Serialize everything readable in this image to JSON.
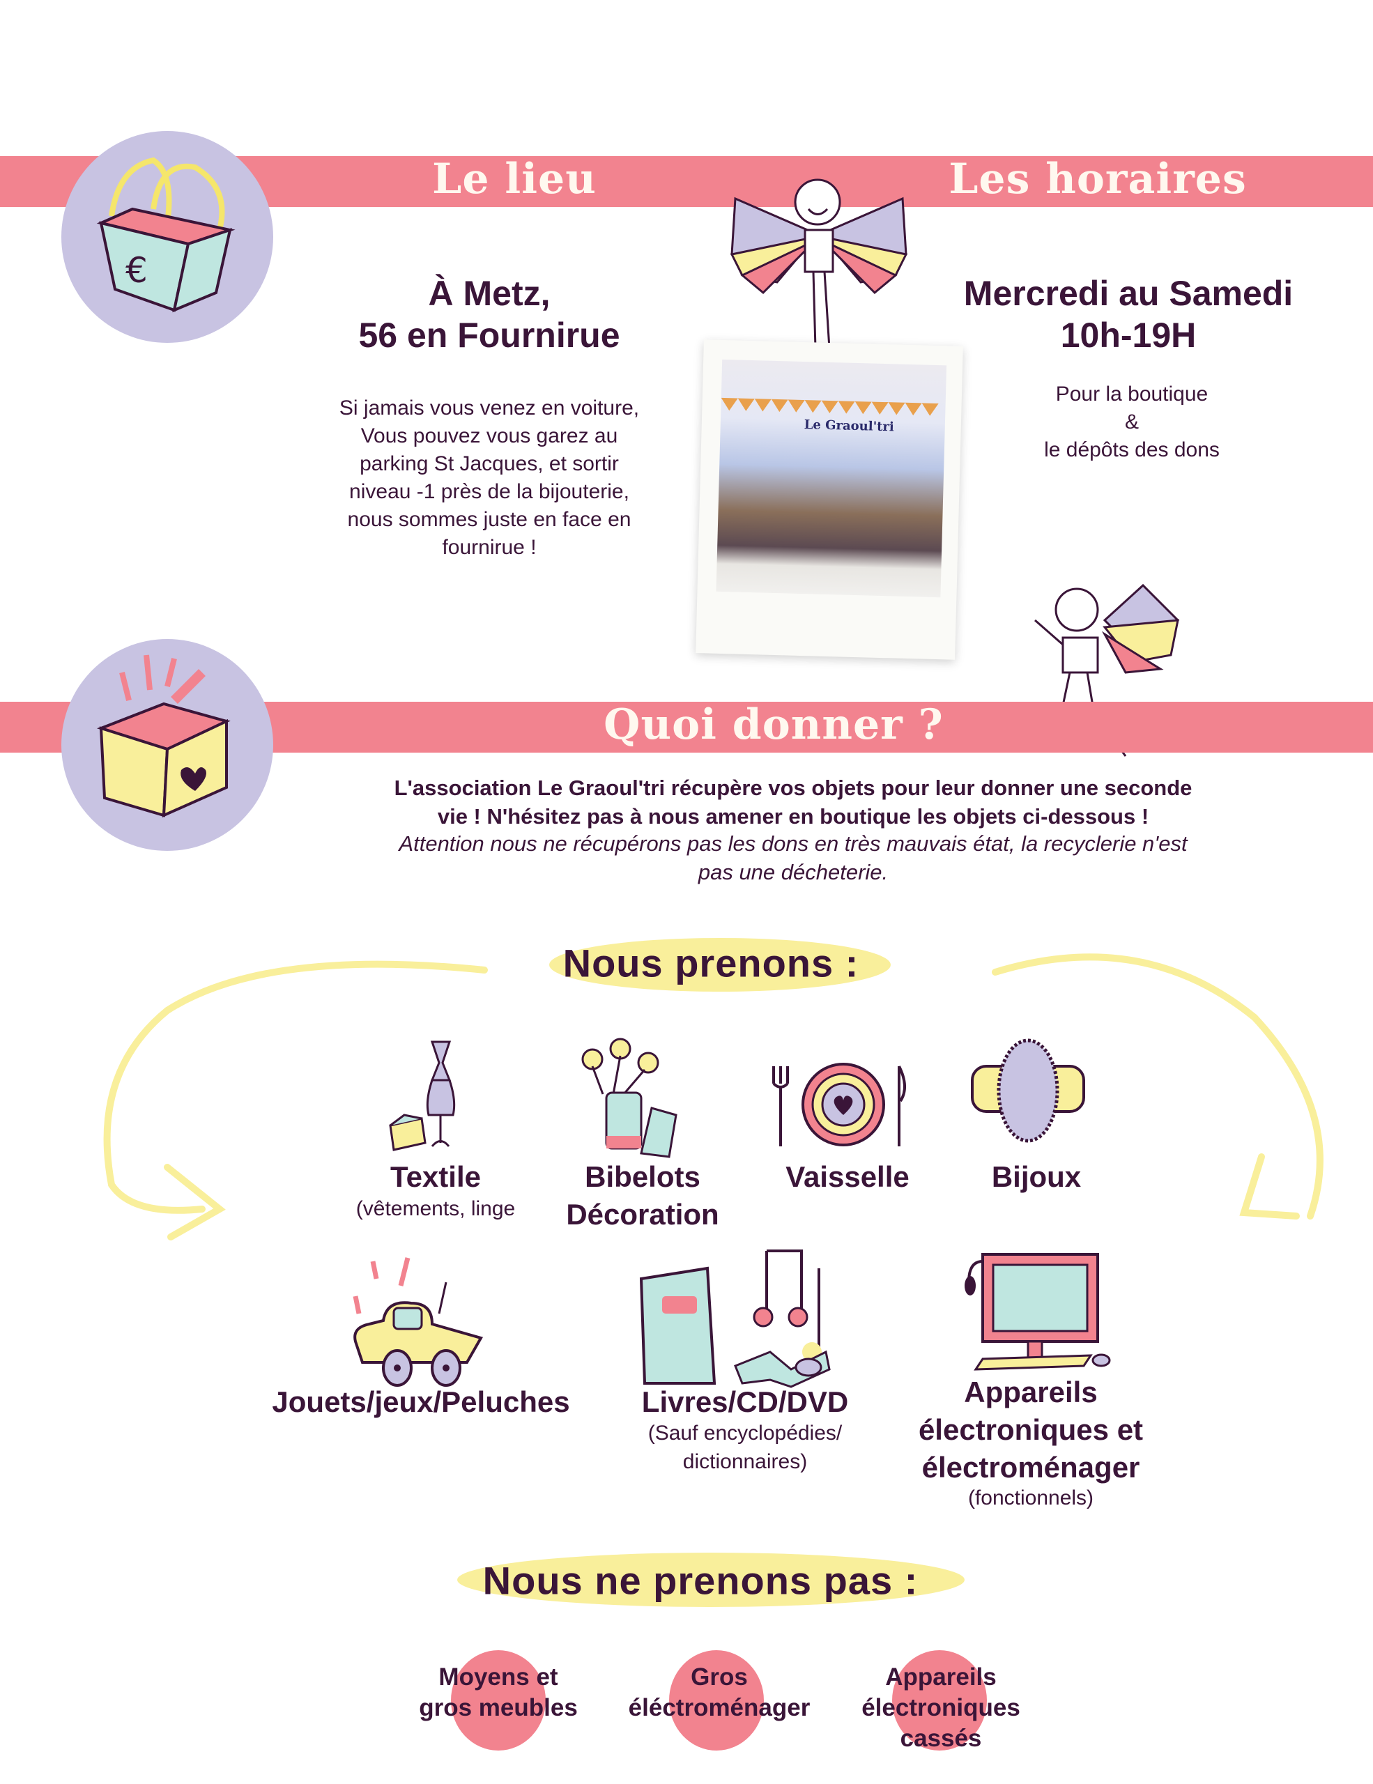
{
  "colors": {
    "band": "#f2838f",
    "lavender": "#c8c3e2",
    "yellow": "#f9ef9b",
    "text": "#3a1538",
    "mint": "#bfe6e0"
  },
  "lieu": {
    "title": "Le lieu",
    "address_line1": "À Metz,",
    "address_line2": "56 en Fournirue",
    "parking": [
      "Si jamais vous venez en voiture,",
      "Vous pouvez vous garez au",
      "parking St Jacques, et sortir",
      "niveau -1 près de la bijouterie,",
      "nous sommes juste en face en",
      "fournirue !"
    ]
  },
  "horaires": {
    "title": "Les horaires",
    "days": "Mercredi au Samedi",
    "hours": "10h-19H",
    "note": [
      "Pour la boutique",
      "&",
      "le dépôts des dons"
    ]
  },
  "photo": {
    "sign_text": "Le Graoul'tri"
  },
  "quoi_donner": {
    "title": "Quoi donner ?",
    "intro_bold": [
      "L'association Le Graoul'tri récupère vos objets pour leur donner une seconde",
      "vie ! N'hésitez pas à nous amener en boutique les objets ci-dessous !"
    ],
    "intro_italic": [
      "Attention nous ne récupérons pas les dons en très mauvais état, la recyclerie n'est",
      "pas une décheterie."
    ]
  },
  "nous_prenons": {
    "title": "Nous prenons :",
    "items": [
      {
        "label": "Textile",
        "sub": "(vêtements, linge"
      },
      {
        "label": "Bibelots",
        "label2": "Décoration"
      },
      {
        "label": "Vaisselle"
      },
      {
        "label": "Bijoux"
      },
      {
        "label": "Jouets/jeux/Peluches"
      },
      {
        "label": "Livres/CD/DVD",
        "sub": "(Sauf encyclopédies/",
        "sub2": "dictionnaires)"
      },
      {
        "label": "Appareils",
        "label2": "électroniques et",
        "label3": "électroménager",
        "sub": "(fonctionnels)"
      }
    ]
  },
  "nous_ne_prenons_pas": {
    "title": "Nous ne prenons pas  :",
    "items": [
      {
        "line1": "Moyens et",
        "line2": "gros meubles"
      },
      {
        "line1": "Gros",
        "line2": "éléctroménager"
      },
      {
        "line1": "Appareils",
        "line2": "électroniques",
        "line3": "cassés"
      }
    ]
  }
}
